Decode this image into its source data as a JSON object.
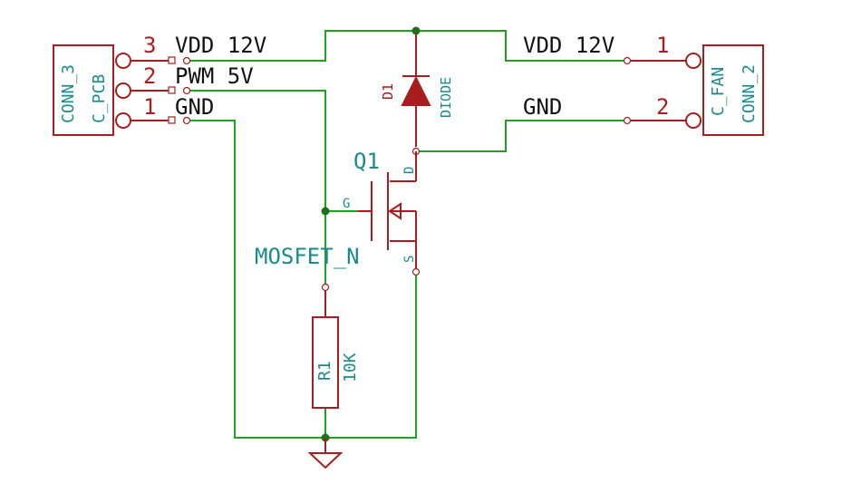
{
  "conn_pcb": {
    "ref": "CONN_3",
    "value": "C_PCB",
    "pins": [
      {
        "num": "3",
        "net": "VDD 12V"
      },
      {
        "num": "2",
        "net": "PWM 5V"
      },
      {
        "num": "1",
        "net": "GND"
      }
    ]
  },
  "conn_fan": {
    "ref": "CONN_2",
    "value": "C_FAN",
    "pins": [
      {
        "num": "1",
        "net": "VDD 12V"
      },
      {
        "num": "2",
        "net": "GND"
      }
    ]
  },
  "diode": {
    "ref": "D1",
    "value": "DIODE"
  },
  "mosfet": {
    "ref": "Q1",
    "value": "MOSFET_N",
    "pin_g": "G",
    "pin_d": "D",
    "pin_s": "S"
  },
  "resistor": {
    "ref": "R1",
    "value": "10K"
  },
  "colors": {
    "wire": "#1fa31f",
    "component": "#a81d1d",
    "label": "#1b8a8a",
    "junction": "#1f6f1f"
  }
}
